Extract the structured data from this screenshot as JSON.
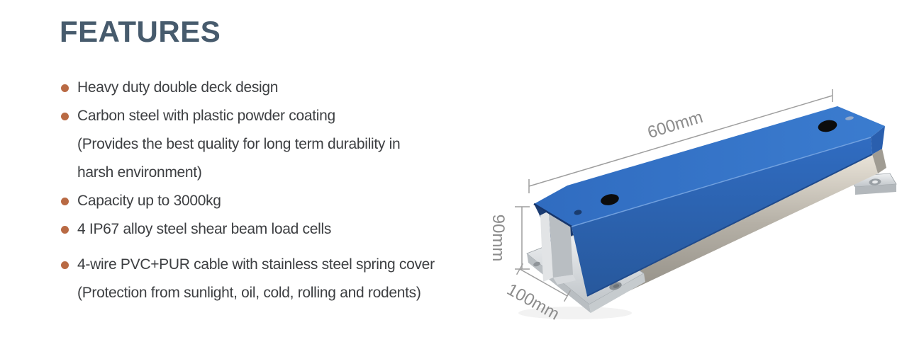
{
  "features": {
    "heading": "FEATURES",
    "items": [
      {
        "lines": [
          "Heavy duty double deck design"
        ]
      },
      {
        "lines": [
          "Carbon steel with plastic powder coating",
          "(Provides the best quality for long term durability in",
          "harsh environment)"
        ]
      },
      {
        "lines": [
          "Capacity up to 3000kg"
        ]
      },
      {
        "lines": [
          "4 IP67 alloy steel shear beam load cells"
        ]
      },
      {
        "lines": [
          "4-wire PVC+PUR cable with stainless steel spring cover",
          "(Protection from sunlight, oil, cold, rolling and rodents)"
        ],
        "extra_gap": true
      }
    ]
  },
  "diagram": {
    "product": "blue powder-coated weigh beam with mounting feet",
    "dimensions": {
      "length": "600mm",
      "height": "90mm",
      "width": "100mm"
    }
  },
  "colors": {
    "heading": "#475b6d",
    "bullet_accent": "#b96a44",
    "body_text": "#3d3f42",
    "beam_blue_top": "#3674c8",
    "beam_blue_front": "#2e63b4",
    "steel_silver": "#c9c3b8",
    "dimension_gray": "#8c8c8c"
  }
}
